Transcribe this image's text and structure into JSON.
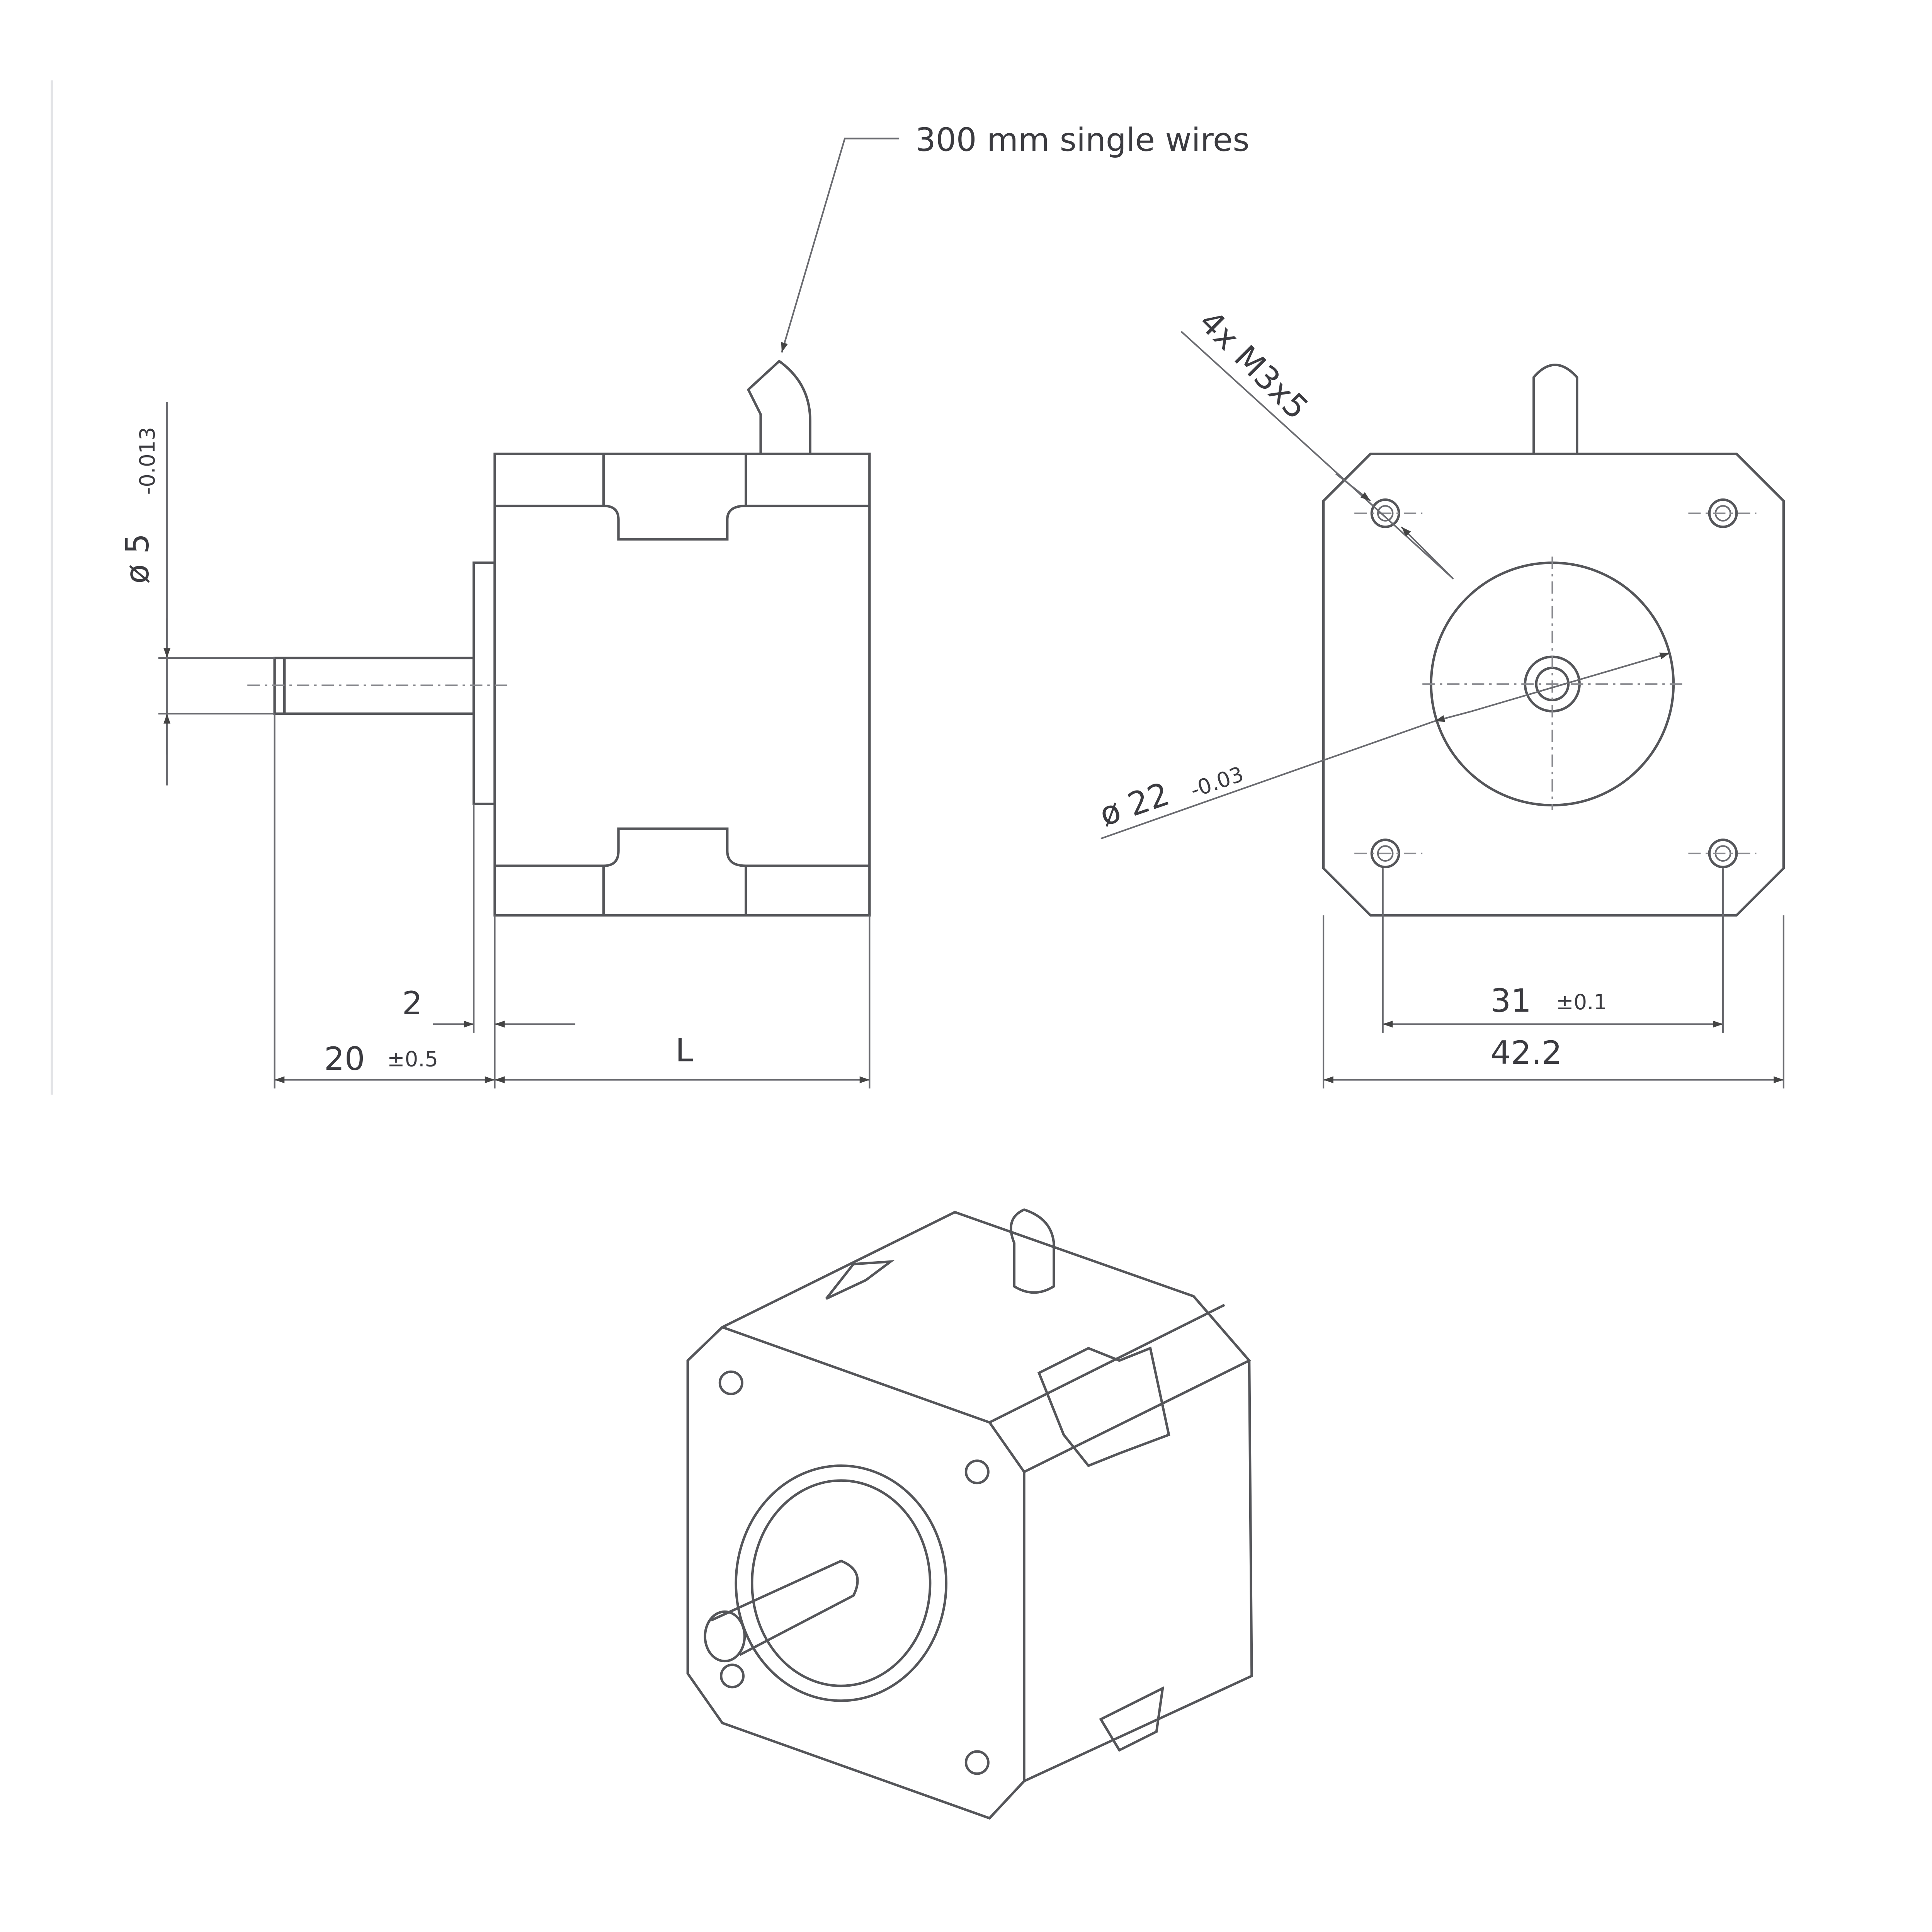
{
  "side_view": {
    "wire_note": "300 mm single wires",
    "shaft_diameter": "ø 5",
    "shaft_tolerance": "-0.013",
    "flange_thickness": "2",
    "shaft_length": "20",
    "shaft_length_tolerance": "±0.5",
    "body_length": "L"
  },
  "front_view": {
    "mount_holes": "4x M3x5",
    "pilot_diameter": "ø 22",
    "pilot_tolerance": "-0.03",
    "hole_spacing": "31",
    "hole_spacing_tolerance": "±0.1",
    "body_width": "42.2"
  },
  "colors": {
    "line": "#55565a",
    "text": "#3b3b40"
  }
}
